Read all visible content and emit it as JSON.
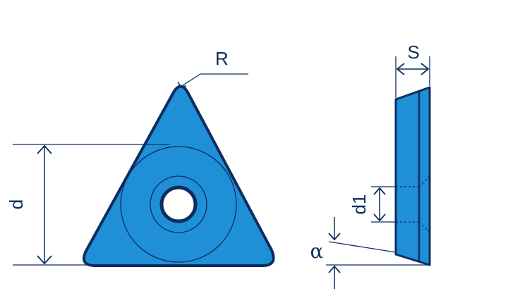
{
  "labels": {
    "radius": "R",
    "inscribed_diameter": "d",
    "thickness": "S",
    "hole_diameter": "d1",
    "clearance_angle": "α"
  },
  "colors": {
    "insert_fill": "#1f8fd8",
    "outline": "#0d2d5e",
    "background": "#ffffff"
  }
}
